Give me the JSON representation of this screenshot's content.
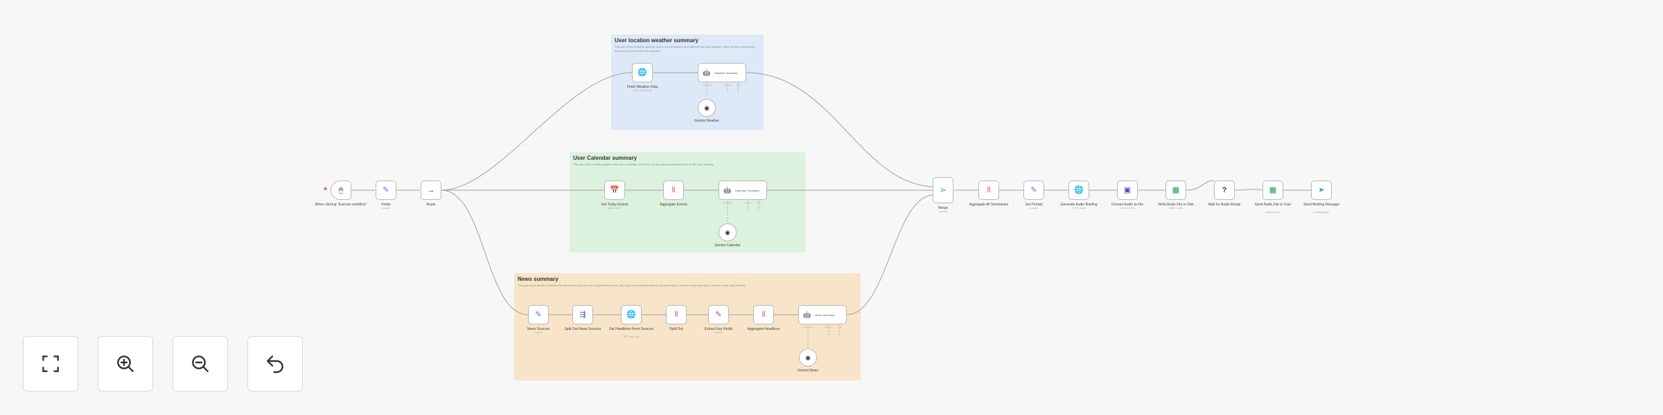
{
  "groups": {
    "weather": {
      "title": "User location weather summary",
      "description": "This part of the workflow gets the user's current location and retrieves the local weather, which is then summarized and used as context for the assistant."
    },
    "calendar": {
      "title": "User Calendar summary",
      "description": "This part of the workflow gathers the user's calendar events for the day and summarizes them for the daily briefing."
    },
    "news": {
      "title": "News summary",
      "description": "This part of the workflow fetches the latest news from the user's preferred sources, filters the most relevant articles and generates a concise news summary to include in the daily briefing."
    }
  },
  "nodes": {
    "trigger": {
      "label": "When clicking \"Execute workflow\"",
      "icon": "pointer-icon"
    },
    "edit_top": {
      "label": "Fields",
      "sub": "manual",
      "icon": "pencil-icon"
    },
    "split": {
      "label": "Route",
      "icon": "arrow-right-icon"
    },
    "weather_http": {
      "label": "Fetch Weather Data",
      "sub": "GET: weather api",
      "icon": "globe-icon"
    },
    "weather_agent": {
      "label": "Weather Summary",
      "icon": "robot-icon"
    },
    "weather_model": {
      "label": "Gemini Weather",
      "icon": "ai-model-icon"
    },
    "cal_get": {
      "label": "Get Today Events",
      "sub": "getAll: event",
      "icon": "calendar-icon"
    },
    "cal_agg": {
      "label": "Aggregate Events",
      "icon": "aggregate-icon"
    },
    "cal_agent": {
      "label": "Calendar Summary",
      "icon": "robot-icon"
    },
    "cal_model": {
      "label": "Gemini Calendar",
      "icon": "ai-model-icon"
    },
    "news_edit": {
      "label": "News Sources",
      "sub": "manual",
      "icon": "pencil-icon"
    },
    "news_split": {
      "label": "Split Out News Sources",
      "icon": "split-icon"
    },
    "news_http": {
      "label": "Get Headlines From Sources",
      "sub": "GET: news api",
      "icon": "globe-icon"
    },
    "news_splitout": {
      "label": "Split Out",
      "icon": "split-icon"
    },
    "news_edit2": {
      "label": "Extract Key Fields",
      "sub": "manual",
      "icon": "pencil-icon"
    },
    "news_agg": {
      "label": "Aggregate Headlines",
      "icon": "aggregate-icon"
    },
    "news_agent": {
      "label": "News Summary",
      "icon": "robot-icon"
    },
    "news_model": {
      "label": "Gemini News",
      "icon": "ai-model-icon"
    },
    "merge": {
      "label": "Merge",
      "sub": "append",
      "icon": "merge-icon"
    },
    "after_agg": {
      "label": "Aggregate All Summaries",
      "icon": "aggregate-icon"
    },
    "after_edit": {
      "label": "Set Prompt",
      "sub": "manual",
      "icon": "pencil-icon"
    },
    "after_http": {
      "label": "Generate Audio Briefing",
      "sub": "POST: tts api",
      "icon": "globe-icon"
    },
    "after_file": {
      "label": "Convert Audio to File",
      "sub": "Convert to file",
      "icon": "file-icon"
    },
    "sheet1": {
      "label": "Write Audio File to Disk",
      "sub": "Write to disk",
      "icon": "sheets-icon"
    },
    "question": {
      "label": "Wait for Audio Ready",
      "icon": "question-icon"
    },
    "sheet2": {
      "label": "Send Audio File to User",
      "sub": "append: sheet",
      "icon": "sheets-icon"
    },
    "final": {
      "label": "Send Briefing Message",
      "sub": "sendMessage",
      "icon": "telegram-icon"
    }
  },
  "ports": {
    "model": "Chat Model",
    "memory": "Memory",
    "tool": "Tool"
  },
  "controls": {
    "fit": "fit-to-view-icon",
    "zoom_in": "zoom-in-icon",
    "zoom_out": "zoom-out-icon",
    "reset": "undo-icon"
  },
  "colors": {
    "weather_bg": "#dde9f7",
    "calendar_bg": "#dcf1de",
    "news_bg": "#f8e4c8",
    "edge": "#a0a0a0"
  }
}
